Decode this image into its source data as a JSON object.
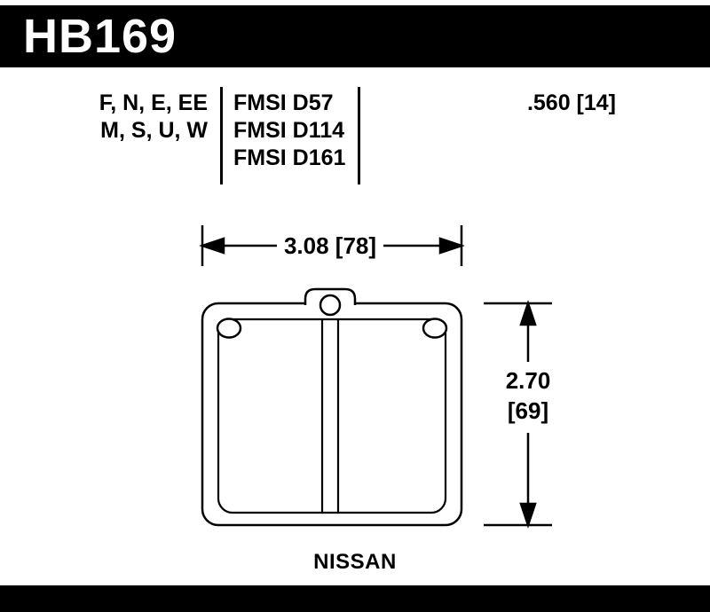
{
  "header": {
    "part_number": "HB169"
  },
  "specs": {
    "compound_row1": "F, N, E, EE",
    "compound_row2": "M, S, U, W",
    "fmsi": [
      "FMSI D57",
      "FMSI D114",
      "FMSI D161"
    ],
    "thickness": ".560 [14]"
  },
  "dimensions": {
    "width": "3.08 [78]",
    "height_in": "2.70",
    "height_mm": "[69]"
  },
  "footer": {
    "application": "NISSAN"
  },
  "colors": {
    "ink": "#000000",
    "background": "#ffffff"
  }
}
